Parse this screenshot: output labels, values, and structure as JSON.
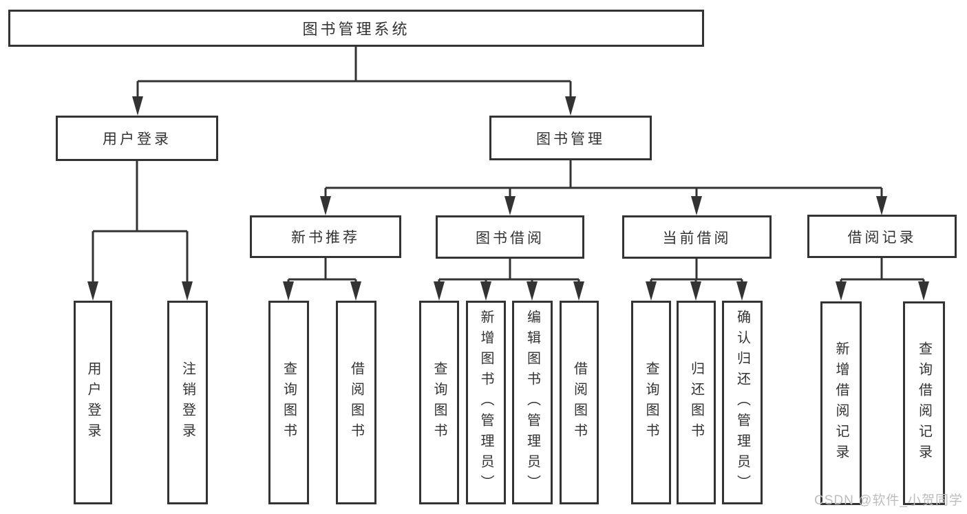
{
  "tree": {
    "root": "图书管理系统",
    "children": [
      {
        "label": "用户登录",
        "children": [
          "用户登录",
          "注销登录"
        ]
      },
      {
        "label": "图书管理",
        "children": [
          {
            "label": "新书推荐",
            "children": [
              "查询图书",
              "借阅图书"
            ]
          },
          {
            "label": "图书借阅",
            "children": [
              "查询图书",
              "新增图书（管理员）",
              "编辑图书（管理员）",
              "借阅图书"
            ]
          },
          {
            "label": "当前借阅",
            "children": [
              "查询图书",
              "归还图书",
              "确认归还（管理员）"
            ]
          },
          {
            "label": "借阅记录",
            "children": [
              "新增借阅记录",
              "查询借阅记录"
            ]
          }
        ]
      }
    ]
  },
  "watermark": {
    "text": "CSDN @软件_小贺同学"
  },
  "colors": {
    "line": "#333333",
    "text": "#333333",
    "watermark": "#bdbdbd",
    "background": "#ffffff"
  }
}
